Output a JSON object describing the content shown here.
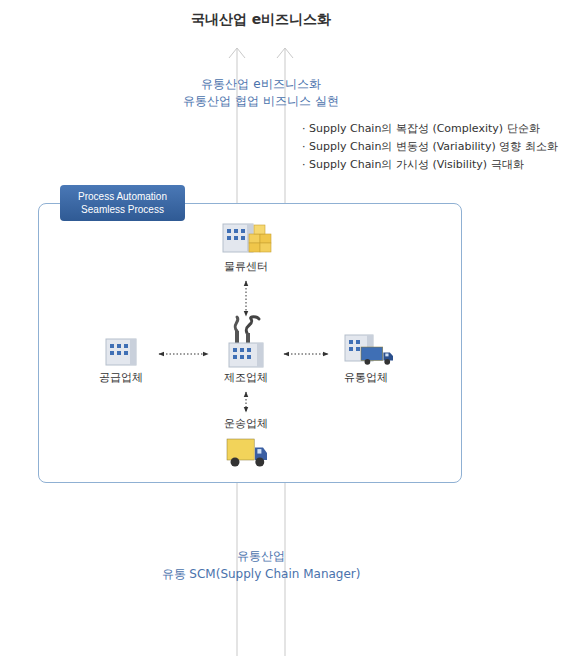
{
  "diagram": {
    "title": "국내산업 e비즈니스화",
    "nodes": [
      {
        "text": [
          "Process Automation Seamless Process"
        ]
      },
      {
        "text": [
          "물류센터"
        ],
        "in": 0
      },
      {
        "text": [
          "공급업체"
        ],
        "in": 0
      },
      {
        "text": [
          "제조업체"
        ],
        "in": 0
      },
      {
        "text": [
          "유통업체"
        ],
        "in": 0
      },
      {
        "text": [
          "운송업체"
        ],
        "in": 0
      }
    ],
    "edges": [
      {
        "from": 1,
        "to": 3,
        "arrow": "both"
      },
      {
        "from": 2,
        "to": 3,
        "arrow": "both"
      },
      {
        "from": 3,
        "to": 4,
        "arrow": "both"
      },
      {
        "from": 3,
        "to": 5,
        "arrow": "both"
      }
    ],
    "labels": [
      "유통산업 e비즈니스화",
      "유통산업 협업 비즈니스 실현",
      "· Supply Chain의 복잡성 (Complexity) 단순화",
      "· Supply Chain의 변동성 (Variability) 영향 최소화",
      "· Supply Chain의 가시성 (Visibility) 극대화",
      "유통산업",
      "유통 SCM(Supply Chain Manager)"
    ]
  }
}
